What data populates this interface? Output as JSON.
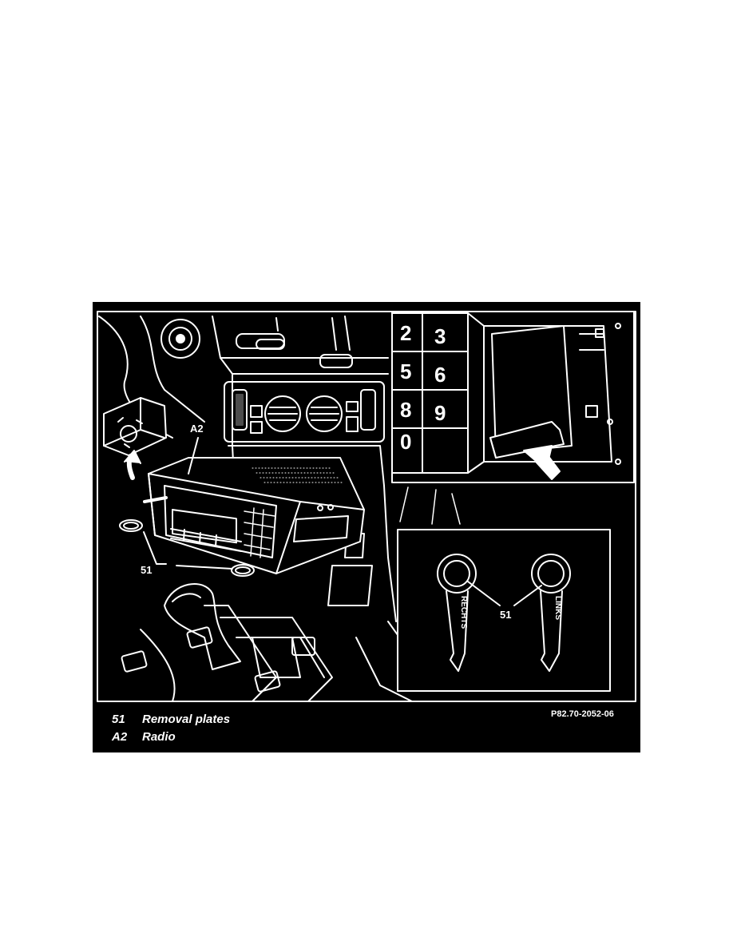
{
  "figure": {
    "callouts": {
      "radio": "A2",
      "plates_main": "51",
      "plates_inset": "51"
    },
    "key_labels": {
      "rechts": "RECHTS",
      "links": "LINKS"
    },
    "keypad_digits": [
      "2",
      "3",
      "5",
      "6",
      "8",
      "9",
      "0"
    ],
    "figure_ref": "P82.70-2052-06",
    "legend": [
      {
        "code": "51",
        "desc": "Removal plates"
      },
      {
        "code": "A2",
        "desc": "Radio"
      }
    ]
  }
}
